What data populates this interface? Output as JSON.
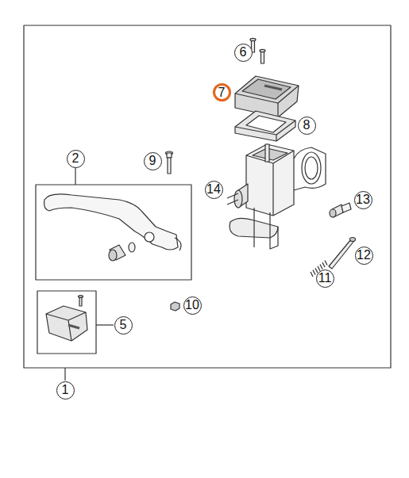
{
  "diagram": {
    "labels": [
      "6",
      "7",
      "8",
      "2",
      "9",
      "14",
      "13",
      "12",
      "11",
      "10",
      "5",
      "1"
    ]
  }
}
